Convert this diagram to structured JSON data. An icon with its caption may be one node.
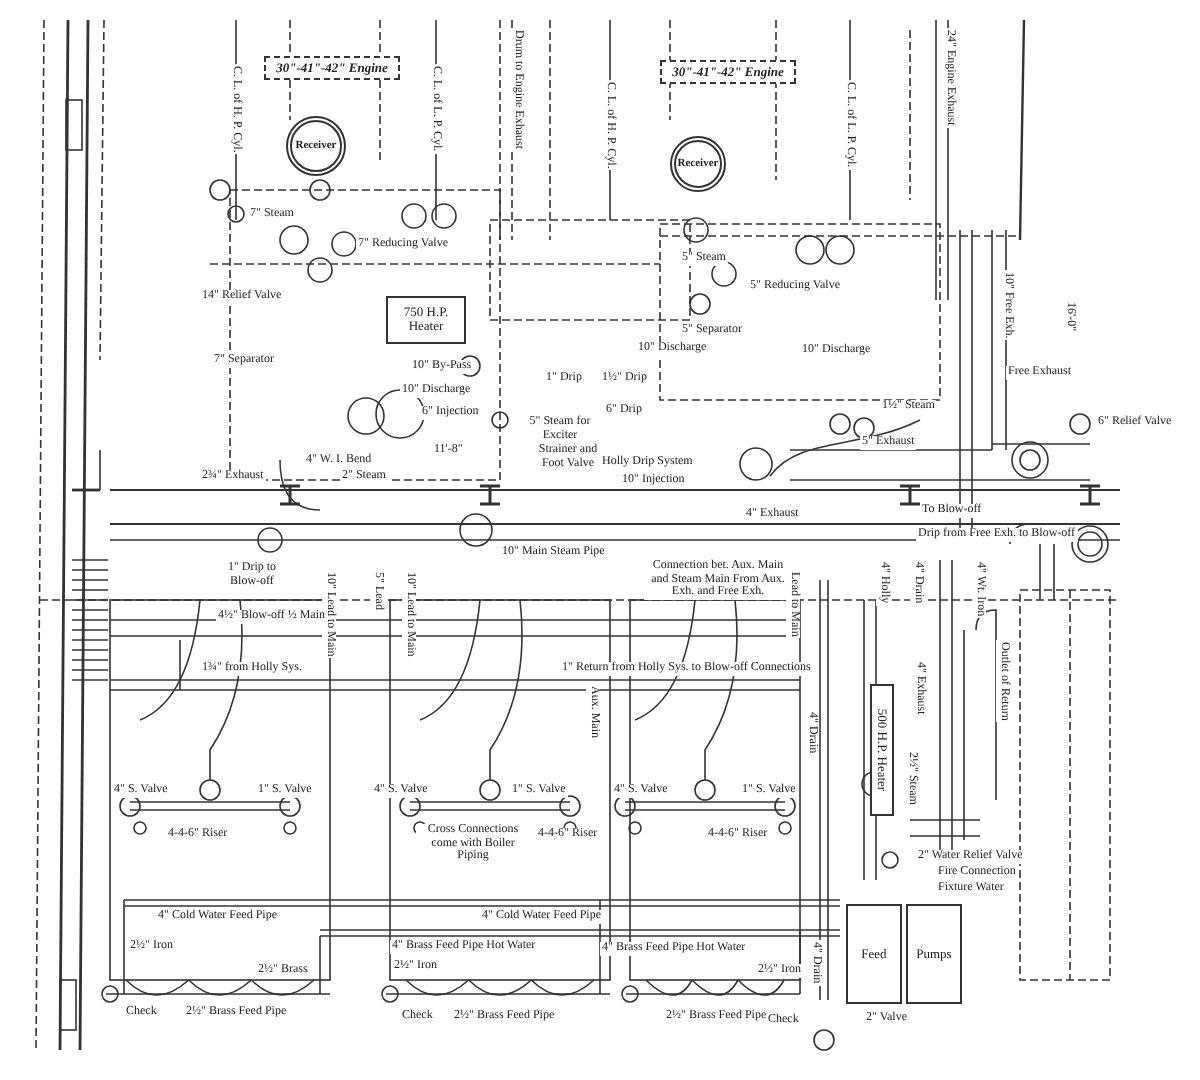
{
  "diagram": {
    "nodes": [
      {
        "text": [
          "30\"-41\"-42\" Engine"
        ]
      },
      {
        "text": [
          "30\"-41\"-42\" Engine"
        ]
      },
      {
        "text": [
          "Receiver"
        ]
      },
      {
        "text": [
          "Receiver"
        ]
      },
      {
        "text": [
          "750 H.P. Heater"
        ]
      },
      {
        "text": [
          "500 H.P. Heater"
        ]
      },
      {
        "text": [
          "Feed"
        ]
      },
      {
        "text": [
          "Pumps"
        ]
      }
    ],
    "edges": [],
    "labels": [
      "C. L. of H. P. Cyl.",
      "C. L. of L. P. Cyl.",
      "Drum to Engine Exhaust",
      "C. L. of H. P. Cyl.",
      "C. L. of L. P. Cyl.",
      "24\" Engine Exhaust",
      "7\" Steam",
      "7\" Reducing Valve",
      "5\" Steam",
      "5\" Reducing Valve",
      "14\" Relief Valve",
      "10\" Free Exh.",
      "16'-0\"",
      "7\" Separator",
      "5\" Separator",
      "10\" By-Pass",
      "10\" Discharge",
      "10\" Discharge",
      "10\" Discharge",
      "1\" Drip",
      "1½\" Drip",
      "Free Exhaust",
      "6\" Drip",
      "1½\" Steam",
      "6\" Injection",
      "5\" Steam for Exciter",
      "6\" Relief Valve",
      "11'-8\"",
      "Strainer and Foot Valve",
      "Holly Drip System",
      "5\" Exhaust",
      "10\" Injection",
      "4\" W. I. Bend",
      "2¾\" Exhaust",
      "2\" Steam",
      "4\" Exhaust",
      "To Blow-off",
      "Drip from Free Exh. to Blow-off",
      "10\" Main Steam Pipe",
      "1\" Drip to Blow-off",
      "10\" Lead to Main",
      "5\" Lead",
      "10\" Lead to Main",
      "Connection bet. Aux. Main and Steam Main From Aux. Exh. and Free Exh.",
      "Lead to Main",
      "4\" Holly",
      "4\" Drain",
      "4\" Wt. Iron",
      "4½\" Blow-off ½ Main",
      "1¾\" from Holly Sys.",
      "1\" Return from Holly Sys. to Blow-off Connections",
      "Aux. Main",
      "Outlet of Return",
      "4\" Drain",
      "2½\" Steam",
      "4\" Exhaust",
      "4\" S. Valve",
      "1\" S. Valve",
      "4-4-6\" Riser",
      "4\" S. Valve",
      "Cross Connections come with Boiler Piping",
      "1\" S. Valve",
      "4-4-6\" Riser",
      "4\" S. Valve",
      "1\" S. Valve",
      "4-4-6\" Riser",
      "2\" Water Relief Valve",
      "Fire Connection",
      "Fixture Water",
      "4\" Cold Water Feed Pipe",
      "4\" Cold Water Feed Pipe",
      "2½\" Iron",
      "4\" Brass Feed Pipe Hot Water",
      "4\" Brass Feed Pipe Hot Water",
      "2½\" Iron",
      "2½\" Brass",
      "2½\" Iron",
      "Check",
      "2½\" Brass Feed Pipe",
      "Check",
      "2½\" Brass Feed Pipe",
      "2½\" Brass Feed Pipe",
      "Check",
      "2\" Valve",
      "4\" Drain"
    ]
  }
}
